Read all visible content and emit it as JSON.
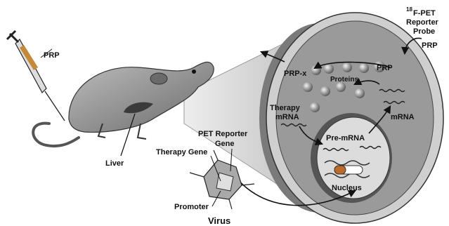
{
  "labels": {
    "prp_syringe": "PRP",
    "liver": "Liver",
    "pet_reporter_gene_line1": "PET Reporter",
    "pet_reporter_gene_line2": "Gene",
    "therapy_gene": "Therapy Gene",
    "promoter": "Promoter",
    "virus": "Virus",
    "probe_superscript": "18",
    "probe_line1": "F-PET",
    "probe_line2": "Reporter",
    "probe_line3": "Probe",
    "probe_prp": "PRP",
    "prp_x": "PRP-x",
    "proteins": "Proteins",
    "prp_cell": "PRP",
    "therapy_mrna_line1": "Therapy",
    "therapy_mrna_line2": "mRNA",
    "mrna": "mRNA",
    "pre_mrna": "Pre-mRNA",
    "nucleus": "Nucleus"
  },
  "colors": {
    "cell_face": "#9a9a9a",
    "cell_rim": "#cfcfcf",
    "beam": "#d8d8d8",
    "nucleus": "#dcdcdc",
    "rat": "#8c8c8c",
    "ink": "#111111"
  }
}
